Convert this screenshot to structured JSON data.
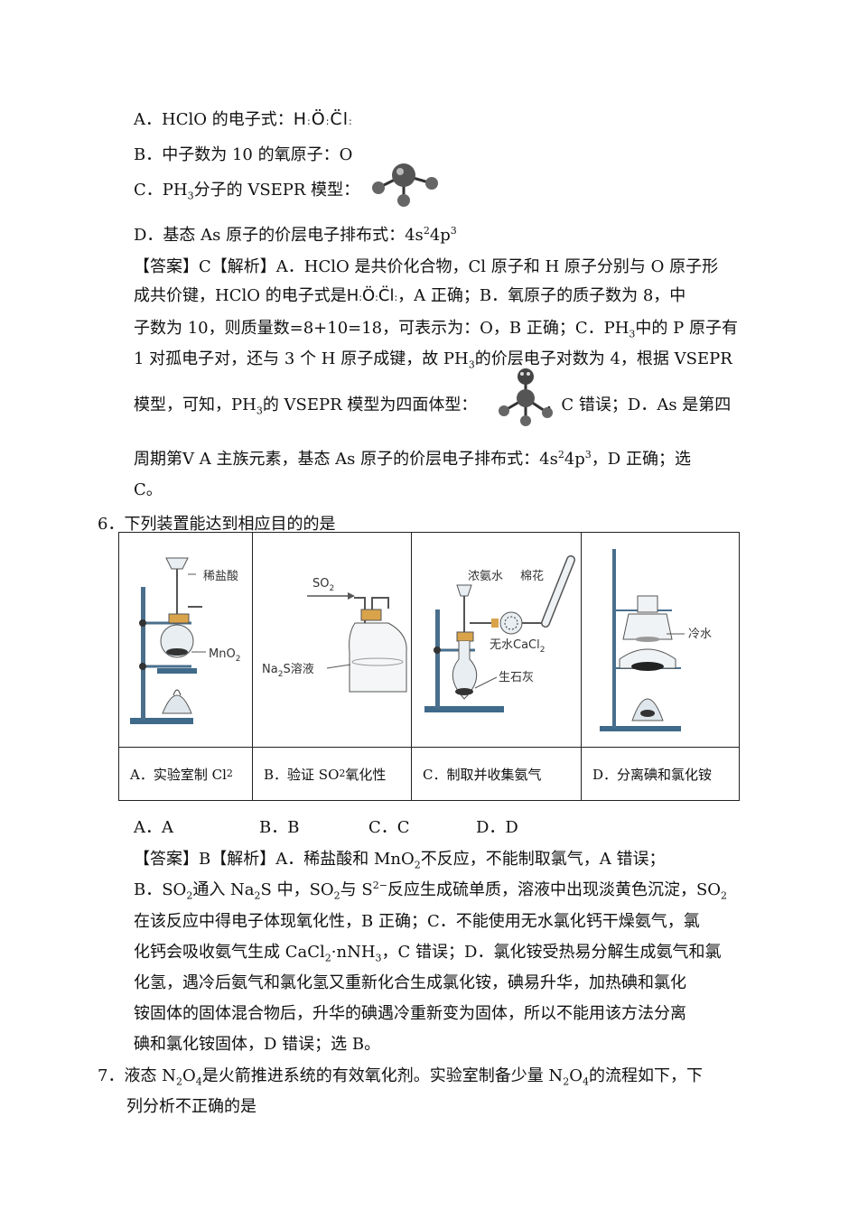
{
  "q5": {
    "option_a_text": "A．HClO 的电子式：",
    "option_b": "B．中子数为 10 的氧原子：O",
    "option_c_text": "C．PH",
    "option_c_rest": "分子的 VSEPR 模型：",
    "option_d_pre": "D．基态 As 原子的价层电子排布式：4s",
    "option_d_mid": "4p",
    "answer_line1": "【答案】C【解析】A．HClO 是共价化合物，Cl 原子和 H 原子分别与 O 原子形",
    "answer_line2a": "成共价键，HClO 的电子式是",
    "answer_line2b": "，A 正确；B．氧原子的质子数为 8，中",
    "answer_line3": "子数为 10，则质量数=8+10=18，可表示为：O，B 正确；C．PH",
    "answer_line3b": "中的 P 原子有",
    "answer_line4a": "1 对孤电子对，还与 3 个 H 原子成键，故 PH",
    "answer_line4b": "的价层电子对数为 4，根据 VSEPR",
    "answer_line5a": "模型，可知，PH",
    "answer_line5b": "的 VSEPR 模型为四面体型：",
    "answer_line5c": "，C 错误；D．As 是第四",
    "answer_line6a": "周期第Ⅴ A 主族元素，基态 As 原子的价层电子排布式：4s",
    "answer_line6b": "4p",
    "answer_line6c": "，D 正确；选",
    "answer_line7": "C。"
  },
  "q6": {
    "stem": "6．下列装置能达到相应目的的是",
    "labels": {
      "hcl": "稀盐酸",
      "mno2": "MnO",
      "so2": "SO",
      "na2s": "Na",
      "na2s_rest": "S溶液",
      "nh3water": "浓氨水",
      "cotton": "棉花",
      "cacl2": "无水CaCl",
      "lime": "生石灰",
      "coldwater": "冷水"
    },
    "captions": {
      "a": "A．实验室制 Cl",
      "b_pre": "B．验证 SO",
      "b_post": "氧化性",
      "c": "C．制取并收集氨气",
      "d": "D．分离碘和氯化铵"
    },
    "choices": [
      "A．A",
      "B．B",
      "C．C",
      "D．D"
    ],
    "answer_line1": "【答案】B【解析】A．稀盐酸和 MnO",
    "answer_line1b": "不反应，不能制取氯气，A 错误；",
    "answer_line2a": "B．SO",
    "answer_line2b": "通入 Na",
    "answer_line2c": "S 中，SO",
    "answer_line2d": "与 S",
    "answer_line2e": "反应生成硫单质，溶液中出现淡黄色沉淀，SO",
    "answer_line3": "在该反应中得电子体现氧化性，B 正确；C．不能使用无水氯化钙干燥氨气，氯",
    "answer_line4a": "化钙会吸收氨气生成 CaCl",
    "answer_line4b": "·nNH",
    "answer_line4c": "，C 错误；D．氯化铵受热易分解生成氨气和氯",
    "answer_line5": "化氢，遇冷后氨气和氯化氢又重新化合生成氯化铵，碘易升华，加热碘和氯化",
    "answer_line6": "铵固体的固体混合物后，升华的碘遇冷重新变为固体，所以不能用该方法分离",
    "answer_line7": "碘和氯化铵固体，D 错误；选 B。"
  },
  "q7": {
    "line1a": "7．液态 N",
    "line1b": "O",
    "line1c": "是火箭推进系统的有效氧化剂。实验室制备少量 N",
    "line1d": "O",
    "line1e": "的流程如下，下",
    "line2": "列分析不正确的是"
  }
}
